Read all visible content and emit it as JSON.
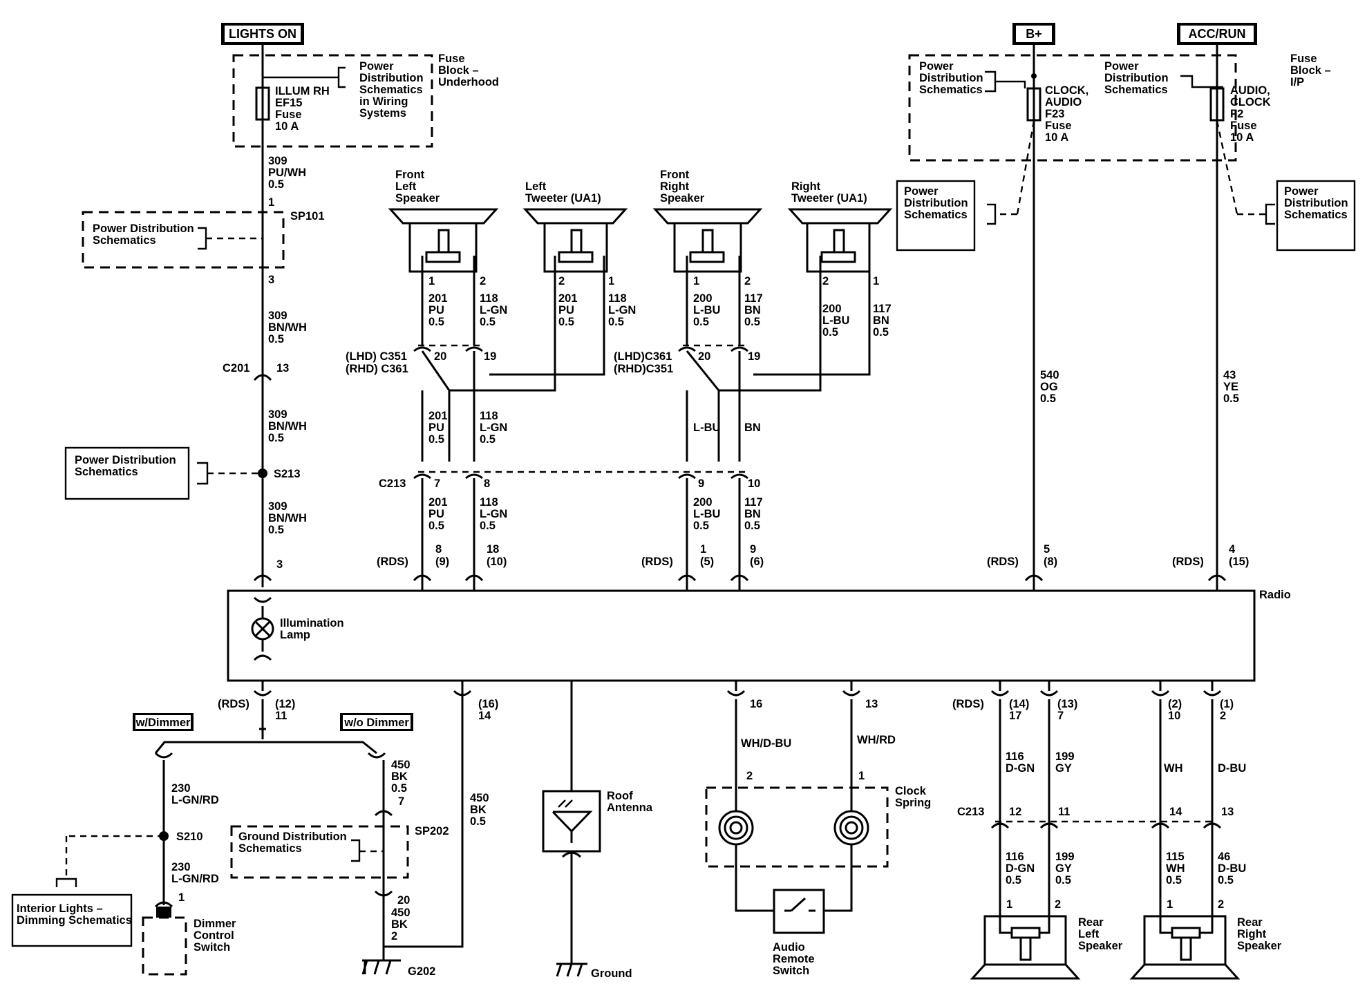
{
  "power_labels": {
    "lights_on": "LIGHTS ON",
    "b_plus": "B+",
    "acc_run": "ACC/RUN"
  },
  "fuse_blocks": {
    "underhood": [
      "Fuse",
      "Block –",
      "Underhood"
    ],
    "ip": [
      "Fuse",
      "Block –",
      "I/P"
    ]
  },
  "fuses": {
    "ef15": [
      "ILLUM RH",
      "EF15",
      "Fuse",
      "10 A"
    ],
    "f23": [
      "CLOCK,",
      "AUDIO",
      "F23",
      "Fuse",
      "10 A"
    ],
    "f2": [
      "AUDIO,",
      "CLOCK",
      "F2",
      "Fuse",
      "10 A"
    ]
  },
  "refs": {
    "power_wiring": [
      "Power",
      "Distribution",
      "Schematics",
      "in Wiring",
      "Systems"
    ],
    "power_ip_left": [
      "Power",
      "Distribution",
      "Schematics"
    ],
    "power_ip_right": [
      "Power",
      "Distribution",
      "Schematics"
    ],
    "power_sp101": [
      "Power Distribution",
      "Schematics"
    ],
    "power_s213": [
      "Power Distribution",
      "Schematics"
    ],
    "power_f23": [
      "Power",
      "Distribution",
      "Schematics"
    ],
    "power_f2": [
      "Power",
      "Distribution",
      "Schematics"
    ],
    "ground_sp202": [
      "Ground Distribution",
      "Schematics"
    ],
    "interior_lights": [
      "Interior Lights –",
      "Dimming Schematics"
    ]
  },
  "components": {
    "radio": "Radio",
    "illumination_lamp": [
      "Illumination",
      "Lamp"
    ],
    "front_left_speaker": [
      "Front",
      "Left",
      "Speaker"
    ],
    "left_tweeter": [
      "Left",
      "Tweeter (UA1)"
    ],
    "front_right_speaker": [
      "Front",
      "Right",
      "Speaker"
    ],
    "right_tweeter": [
      "Right",
      "Tweeter (UA1)"
    ],
    "rear_left_speaker": [
      "Rear",
      "Left",
      "Speaker"
    ],
    "rear_right_speaker": [
      "Rear",
      "Right",
      "Speaker"
    ],
    "roof_antenna": [
      "Roof",
      "Antenna"
    ],
    "ground_label": "Ground",
    "clock_spring": [
      "Clock",
      "Spring"
    ],
    "audio_remote_switch": [
      "Audio",
      "Remote",
      "Switch"
    ],
    "dimmer_control_switch": [
      "Dimmer",
      "Control",
      "Switch"
    ],
    "g202": "G202",
    "w_dimmer": "w/Dimmer",
    "wo_dimmer": "w/o Dimmer"
  },
  "splices": {
    "sp101": "SP101",
    "s213": "S213",
    "s210": "S210",
    "sp202": "SP202"
  },
  "connectors": {
    "c201": "C201",
    "c351_lhd": "(LHD) C351",
    "c361_rhd": "(RHD) C361",
    "c361_lhd": "(LHD)C361",
    "c351_rhd": "(RHD)C351",
    "c213": "C213",
    "c213_rear": "C213",
    "rds": "(RDS)"
  },
  "pins": {
    "sp101_in": "1",
    "sp101_out": "3",
    "c201": "13",
    "radio_3": "3",
    "fl_1": "1",
    "fl_2": "2",
    "lt_2": "2",
    "lt_1": "1",
    "fr_1": "1",
    "fr_2": "2",
    "rt_2": "2",
    "rt_1": "1",
    "c351_20": "20",
    "c351_19": "19",
    "c361_20": "20",
    "c361_19": "19",
    "c213_7": "7",
    "c213_8": "8",
    "c213_9": "9",
    "c213_10": "10",
    "r_8": "8",
    "r_8b": "(9)",
    "r_18": "18",
    "r_18b": "(10)",
    "r_1": "1",
    "r_1b": "(5)",
    "r_9": "9",
    "r_9b": "(6)",
    "r_5": "5",
    "r_5b": "(8)",
    "r_4": "4",
    "r_4b": "(15)",
    "r_12": "(12)",
    "r_11": "11",
    "r_16": "(16)",
    "r_14": "14",
    "r_pin16": "16",
    "r_pin13": "13",
    "r_14b": "(14)",
    "r_17": "17",
    "r_13b": "(13)",
    "r_7": "7",
    "r_2b": "(2)",
    "r_10": "10",
    "r_1c": "(1)",
    "r_2": "2",
    "c213_12": "12",
    "c213_11": "11",
    "c213_14": "14",
    "c213_13": "13",
    "rl_1": "1",
    "rl_2": "2",
    "rr_1": "1",
    "rr_2": "2",
    "cs_2": "2",
    "cs_1": "1",
    "sp202_7": "7",
    "sp202_20": "20",
    "g202_2": "2",
    "dimmer_1": "1"
  },
  "wires": {
    "w309a": [
      "309",
      "PU/WH",
      "0.5"
    ],
    "w309b": [
      "309",
      "BN/WH",
      "0.5"
    ],
    "w309c": [
      "309",
      "BN/WH",
      "0.5"
    ],
    "w309d": [
      "309",
      "BN/WH",
      "0.5"
    ],
    "fl1": [
      "201",
      "PU",
      "0.5"
    ],
    "fl2": [
      "118",
      "L-GN",
      "0.5"
    ],
    "lt2": [
      "201",
      "PU",
      "0.5"
    ],
    "lt1": [
      "118",
      "L-GN",
      "0.5"
    ],
    "fr1": [
      "200",
      "L-BU",
      "0.5"
    ],
    "fr2": [
      "117",
      "BN",
      "0.5"
    ],
    "rt2": [
      "200",
      "L-BU",
      "0.5"
    ],
    "rt1": [
      "117",
      "BN",
      "0.5"
    ],
    "mid201": [
      "201",
      "PU",
      "0.5"
    ],
    "mid118": [
      "118",
      "L-GN",
      "0.5"
    ],
    "mid_lbu": [
      "L-BU"
    ],
    "mid_bn": [
      "BN"
    ],
    "c213_201": [
      "201",
      "PU",
      "0.5"
    ],
    "c213_118": [
      "118",
      "L-GN",
      "0.5"
    ],
    "c213_200": [
      "200",
      "L-BU",
      "0.5"
    ],
    "c213_117": [
      "117",
      "BN",
      "0.5"
    ],
    "w540": [
      "540",
      "OG",
      "0.5"
    ],
    "w43": [
      "43",
      "YE",
      "0.5"
    ],
    "w230a": [
      "230",
      "L-GN/RD"
    ],
    "w230b": [
      "230",
      "L-GN/RD"
    ],
    "w450a": [
      "450",
      "BK",
      "0.5"
    ],
    "w450b": [
      "450",
      "BK",
      "0.5"
    ],
    "w450c": [
      "450",
      "BK",
      "2"
    ],
    "whdbu": [
      "WH/D-BU"
    ],
    "whrd": [
      "WH/RD"
    ],
    "dgn": [
      "116",
      "D-GN"
    ],
    "gy": [
      "199",
      "GY"
    ],
    "wh": [
      "WH"
    ],
    "dbu": [
      "D-BU"
    ],
    "rl1": [
      "116",
      "D-GN",
      "0.5"
    ],
    "rl2": [
      "199",
      "GY",
      "0.5"
    ],
    "rr1": [
      "115",
      "WH",
      "0.5"
    ],
    "rr2": [
      "46",
      "D-BU",
      "0.5"
    ]
  }
}
